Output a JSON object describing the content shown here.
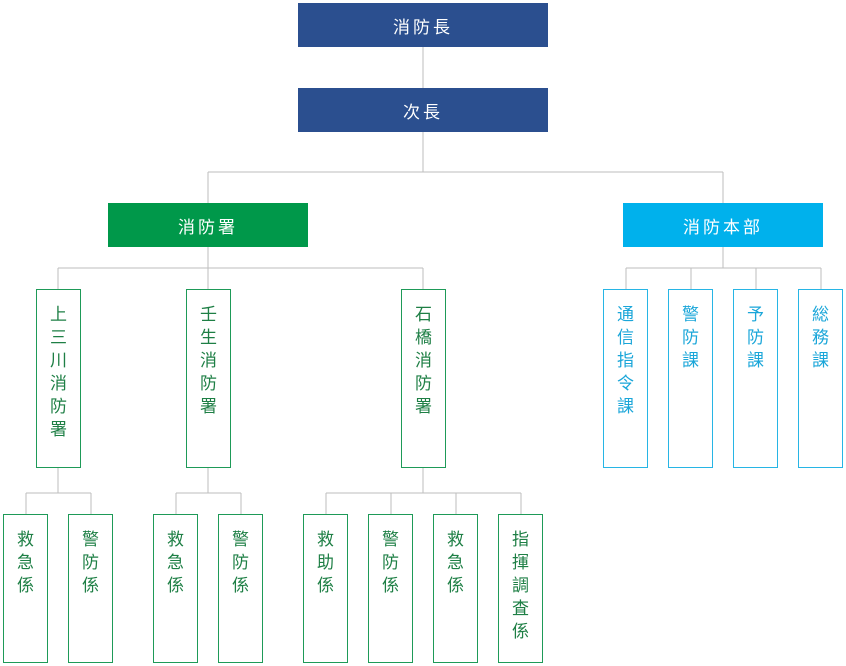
{
  "chief": {
    "label": "消防長"
  },
  "deputy": {
    "label": "次長"
  },
  "station": {
    "label": "消防署",
    "branches": [
      {
        "label": "上三川消防署",
        "sections": [
          {
            "label": "救急係"
          },
          {
            "label": "警防係"
          }
        ]
      },
      {
        "label": "壬生消防署",
        "sections": [
          {
            "label": "救急係"
          },
          {
            "label": "警防係"
          }
        ]
      },
      {
        "label": "石橋消防署",
        "sections": [
          {
            "label": "救助係"
          },
          {
            "label": "警防係"
          },
          {
            "label": "救急係"
          },
          {
            "label": "指揮調査係"
          }
        ]
      }
    ]
  },
  "hq": {
    "label": "消防本部",
    "divisions": [
      {
        "label": "通信指令課"
      },
      {
        "label": "警防課"
      },
      {
        "label": "予防課"
      },
      {
        "label": "総務課"
      }
    ]
  },
  "colors": {
    "navy": "#2b4f8f",
    "green": "#00984a",
    "cyan": "#00b1ec",
    "line": "#bdbdbd"
  }
}
